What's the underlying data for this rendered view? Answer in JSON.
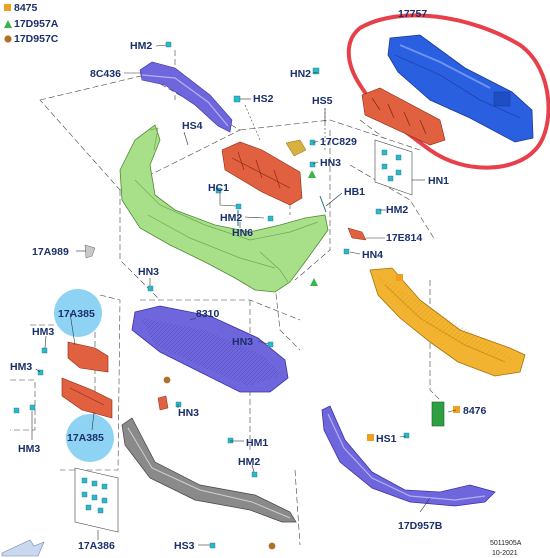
{
  "legend": [
    {
      "label": "8475",
      "symbol": "square",
      "color": "#f0a020"
    },
    {
      "label": "17D957A",
      "symbol": "triangle",
      "color": "#39b54a"
    },
    {
      "label": "17D957C",
      "symbol": "circle",
      "color": "#b0702a"
    }
  ],
  "part_labels": {
    "hm2_top": "HM2",
    "p8c436": "8C436",
    "p17757": "17757",
    "hn2": "HN2",
    "hs2": "HS2",
    "hs5": "HS5",
    "hs4": "HS4",
    "p17c829": "17C829",
    "hn3_top": "HN3",
    "hn1": "HN1",
    "hc1": "HC1",
    "hb1": "HB1",
    "hm2_right": "HM2",
    "hm2_mid": "HM2",
    "hn6": "HN6",
    "p17e814": "17E814",
    "p17a989": "17A989",
    "hn4": "HN4",
    "hn3_mid": "HN3",
    "p8310": "8310",
    "p17a385_top": "17A385",
    "hm3_a": "HM3",
    "hn3_low": "HN3",
    "hm3_b": "HM3",
    "hn3_small": "HN3",
    "p8476": "8476",
    "p17a385_bottom": "17A385",
    "hm3_c": "HM3",
    "hs1": "HS1",
    "hm1": "HM1",
    "hm2_low": "HM2",
    "p17a386": "17A386",
    "p17d957b": "17D957B",
    "hs3": "HS3"
  },
  "footer": {
    "code": "5011905A",
    "date": "10-2021"
  },
  "colors": {
    "label_text": "#1a2f6b",
    "highlight_circle": "#8fd3f4",
    "annotation_ring": "#e8404a",
    "green_cover": "#a8e08a",
    "blue_beam": "#2a5fe0",
    "orange_brackets": "#e06040",
    "yellow_shield": "#f2b430",
    "purple_lip": "#6f66dd",
    "gray_strip": "#8a8a8a"
  }
}
